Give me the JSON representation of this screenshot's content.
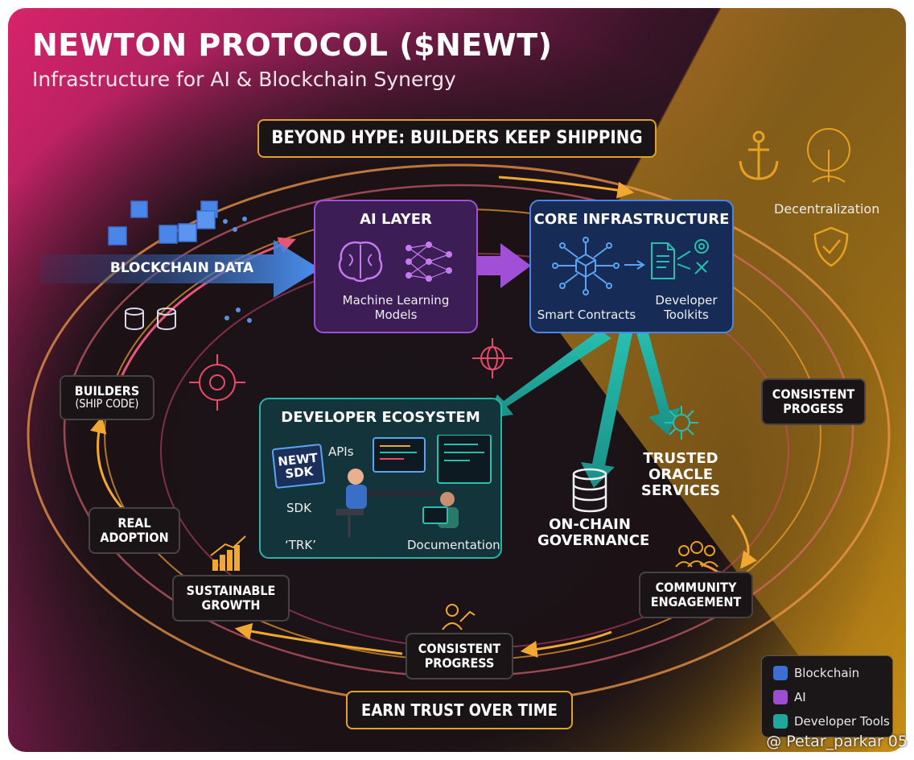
{
  "title": "NEWTON PROTOCOL ($NEWT)",
  "subtitle": "Infrastructure for AI & Blockchain Synergy",
  "banner_top": "BEYOND HYPE: BUILDERS KEEP SHIPPING",
  "banner_bottom": "EARN TRUST OVER TIME",
  "blockchain_data": "BLOCKCHAIN DATA",
  "ai_layer": {
    "title": "AI LAYER",
    "caption": "Machine Learning Models"
  },
  "core": {
    "title": "CORE INFRASTRUCTURE",
    "smart_contracts": "Smart Contracts",
    "toolkits": "Developer Toolkits"
  },
  "dev_ecosystem": {
    "title": "DEVELOPER ECOSYSTEM",
    "sdk_badge": "NEWT SDK",
    "apis": "APIs",
    "sdk": "SDK",
    "trk": "‘TRK’",
    "docs": "Documentation"
  },
  "outputs": {
    "governance": "ON-CHAIN GOVERNANCE",
    "oracle": "TRUSTED ORACLE SERVICES"
  },
  "decentralization": "Decentralization",
  "cycle": {
    "builders": "BUILDERS",
    "builders_sub": "(SHIP CODE)",
    "consistent_progess": "CONSISTENT PROGESS",
    "community": "COMMUNITY ENGAGEMENT",
    "consistent_progress": "CONSISTENT PROGRESS",
    "sustainable": "SUSTAINABLE GROWTH",
    "real_adoption": "REAL ADOPTION"
  },
  "legend": [
    {
      "label": "Blockchain",
      "color": "#3d6fd1"
    },
    {
      "label": "AI",
      "color": "#9b4fd0"
    },
    {
      "label": "Developer Tools",
      "color": "#22a59c"
    }
  ],
  "watermark": "@ Petar_parkar 05",
  "colors": {
    "accent_gold": "#e0a22a",
    "magenta": "#d8236a",
    "blue": "#4a86e8",
    "purple": "#a24fd8",
    "teal": "#26b5a8"
  },
  "icons": [
    "anchor-icon",
    "tree-icon",
    "shield-check-icon",
    "brain-icon",
    "neural-net-icon",
    "cube-network-icon",
    "document-icon",
    "gear-icon",
    "globe-icon",
    "database-icon",
    "people-icon",
    "growth-chart-icon",
    "person-growth-icon"
  ]
}
